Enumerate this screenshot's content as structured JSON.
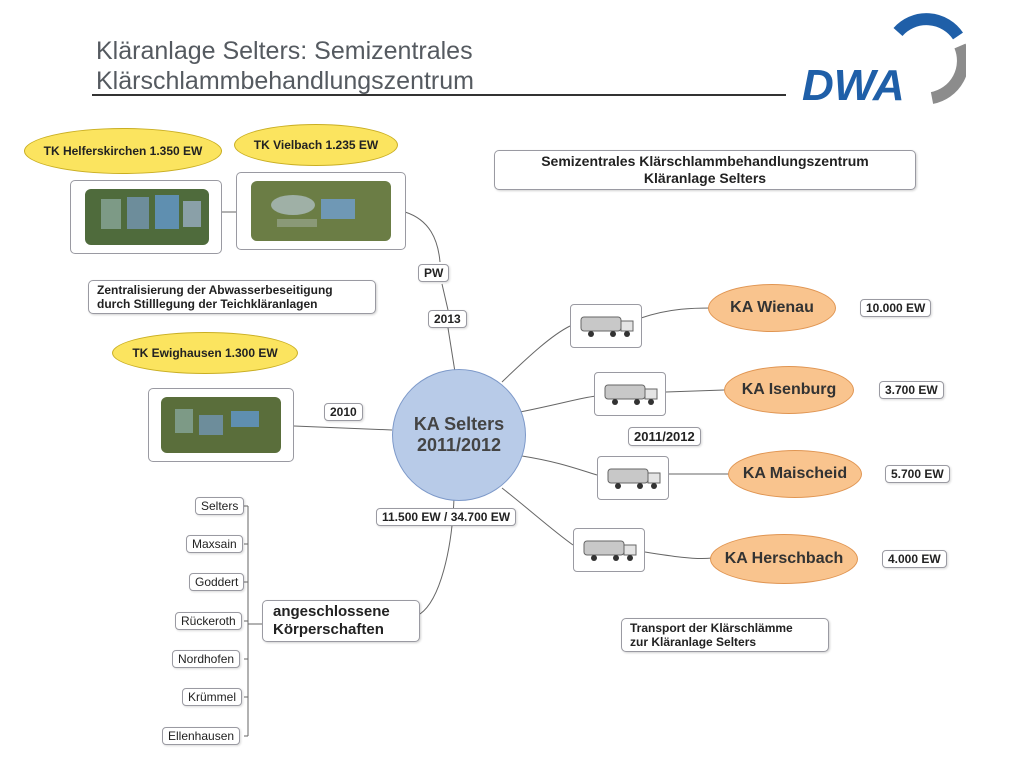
{
  "slide": {
    "title_line1": "Kläranlage Selters: Semizentrales",
    "title_line2": "Klärschlammbehandlungszentrum",
    "logo_text": "DWA"
  },
  "header_box": {
    "line1": "Semizentrales Klärschlammbehandlungszentrum",
    "line2": "Kläranlage Selters"
  },
  "center": {
    "line1": "KA Selters",
    "line2": "2011/2012"
  },
  "ponds": [
    {
      "label": "TK Helferskirchen 1.350 EW"
    },
    {
      "label": "TK Vielbach 1.235 EW"
    },
    {
      "label": "TK Ewighausen 1.300 EW"
    }
  ],
  "tags": {
    "pw": "PW",
    "year_2013": "2013",
    "year_2010": "2010",
    "year_2011": "2011/2012",
    "ew_total": "11.500 EW / 34.700 EW"
  },
  "notes": {
    "centralisation_1": "Zentralisierung der Abwasserbeseitigung",
    "centralisation_2": "durch Stilllegung der Teichkläranlagen",
    "transport_1": "Transport der Klärschlämme",
    "transport_2": "zur Kläranlage Selters"
  },
  "plants": [
    {
      "name": "KA Wienau",
      "ew": "10.000 EW"
    },
    {
      "name": "KA Isenburg",
      "ew": "3.700 EW"
    },
    {
      "name": "KA Maischeid",
      "ew": "5.700 EW"
    },
    {
      "name": "KA Herschbach",
      "ew": "4.000 EW"
    }
  ],
  "bodies": {
    "heading_1": "angeschlossene",
    "heading_2": "Körperschaften",
    "items": [
      "Selters",
      "Maxsain",
      "Goddert",
      "Rückeroth",
      "Nordhofen",
      "Krümmel",
      "Ellenhausen"
    ]
  },
  "colors": {
    "logo_blue": "#1f5fa8",
    "logo_grey": "#8c8c8c",
    "center_fill": "#b8cbe8",
    "plant_fill": "#f9c48e",
    "bubble_fill": "#fbe45f"
  }
}
